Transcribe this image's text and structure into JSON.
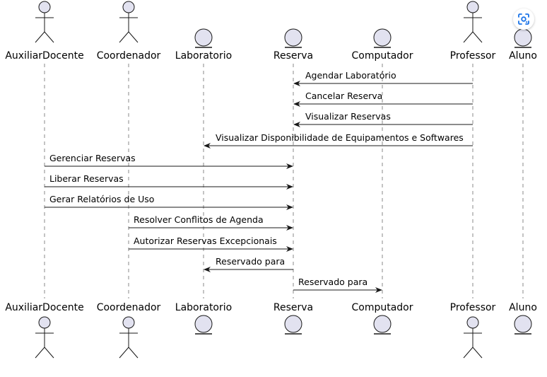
{
  "participants": [
    {
      "id": "auxiliar",
      "name": "AuxiliarDocente",
      "kind": "actor"
    },
    {
      "id": "coordenador",
      "name": "Coordenador",
      "kind": "actor"
    },
    {
      "id": "laboratorio",
      "name": "Laboratorio",
      "kind": "entity"
    },
    {
      "id": "reserva",
      "name": "Reserva",
      "kind": "entity"
    },
    {
      "id": "computador",
      "name": "Computador",
      "kind": "entity"
    },
    {
      "id": "professor",
      "name": "Professor",
      "kind": "actor"
    },
    {
      "id": "aluno",
      "name": "Aluno",
      "kind": "entity"
    }
  ],
  "messages": [
    {
      "from": "professor",
      "to": "reserva",
      "label": "Agendar Laboratório"
    },
    {
      "from": "professor",
      "to": "reserva",
      "label": "Cancelar Reserva"
    },
    {
      "from": "professor",
      "to": "reserva",
      "label": "Visualizar Reservas"
    },
    {
      "from": "professor",
      "to": "laboratorio",
      "label": "Visualizar Disponibilidade de Equipamentos e Softwares"
    },
    {
      "from": "auxiliar",
      "to": "reserva",
      "label": "Gerenciar Reservas"
    },
    {
      "from": "auxiliar",
      "to": "reserva",
      "label": "Liberar Reservas"
    },
    {
      "from": "auxiliar",
      "to": "reserva",
      "label": "Gerar Relatórios de Uso"
    },
    {
      "from": "coordenador",
      "to": "reserva",
      "label": "Resolver Conflitos de Agenda"
    },
    {
      "from": "coordenador",
      "to": "reserva",
      "label": "Autorizar Reservas Excepcionais"
    },
    {
      "from": "reserva",
      "to": "laboratorio",
      "label": "Reservado para"
    },
    {
      "from": "reserva",
      "to": "computador",
      "label": "Reservado para"
    }
  ],
  "colors": {
    "participant_fill": "#E2E2F0",
    "participant_stroke": "#181818",
    "lifeline": "#8a8a8a",
    "arrow": "#181818",
    "lens_icon": "#1a73e8"
  },
  "overlay": {
    "icon": "google-lens-icon"
  }
}
